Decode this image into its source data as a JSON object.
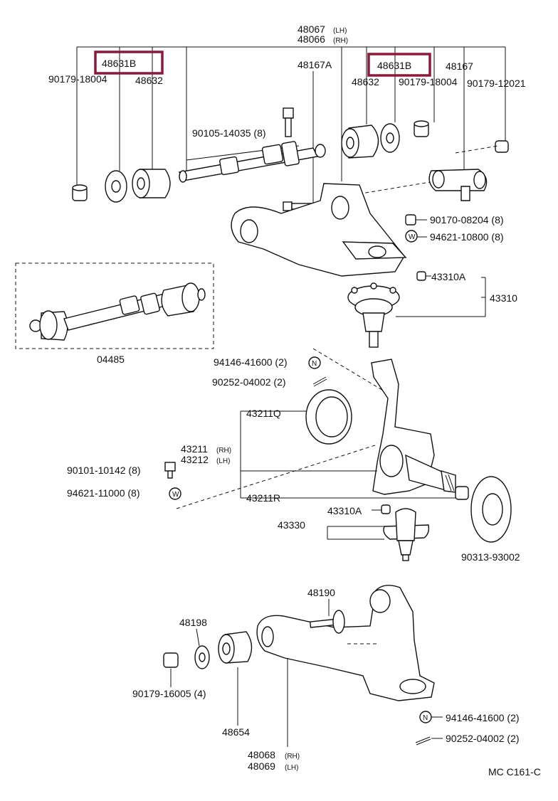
{
  "labels": {
    "p48067": "48067",
    "p48067_side": "(LH)",
    "p48066": "48066",
    "p48066_side": "(RH)",
    "p48631B_left": "48631B",
    "p48631B_right": "48631B",
    "p90179_18004_left": "90179-18004",
    "p48632_left": "48632",
    "p48167A": "48167A",
    "p48632_right": "48632",
    "p90179_18004_right": "90179-18004",
    "p48167": "48167",
    "p90179_12021": "90179-12021",
    "p90105_14035": "90105-14035 (8)",
    "p90170_08204": "90170-08204 (8)",
    "p94621_10800": "94621-10800 (8)",
    "p43310A_top": "43310A",
    "p43310": "43310",
    "p04485": "04485",
    "p94146_41600_top": "94146-41600 (2)",
    "p90252_04002_top": "90252-04002 (2)",
    "p43211Q": "43211Q",
    "p43211": "43211",
    "p43211_side": "(RH)",
    "p43212": "43212",
    "p43212_side": "(LH)",
    "p90101_10142": "90101-10142 (8)",
    "p94621_11000": "94621-11000 (8)",
    "p43211R": "43211R",
    "p43310A_bottom": "43310A",
    "p43330": "43330",
    "p90313_93002": "90313-93002",
    "p48190": "48190",
    "p48198": "48198",
    "p90179_16005": "90179-16005 (4)",
    "p48654": "48654",
    "p48068": "48068",
    "p48068_side": "(RH)",
    "p48069": "48069",
    "p48069_side": "(LH)",
    "p94146_41600_bottom": "94146-41600 (2)",
    "p90252_04002_bottom": "90252-04002 (2)",
    "footer_code": "MC C161-C"
  },
  "symbols": {
    "n": "N",
    "w": "W"
  },
  "colors": {
    "highlight": "#8b1a3a",
    "ink": "#111111"
  }
}
